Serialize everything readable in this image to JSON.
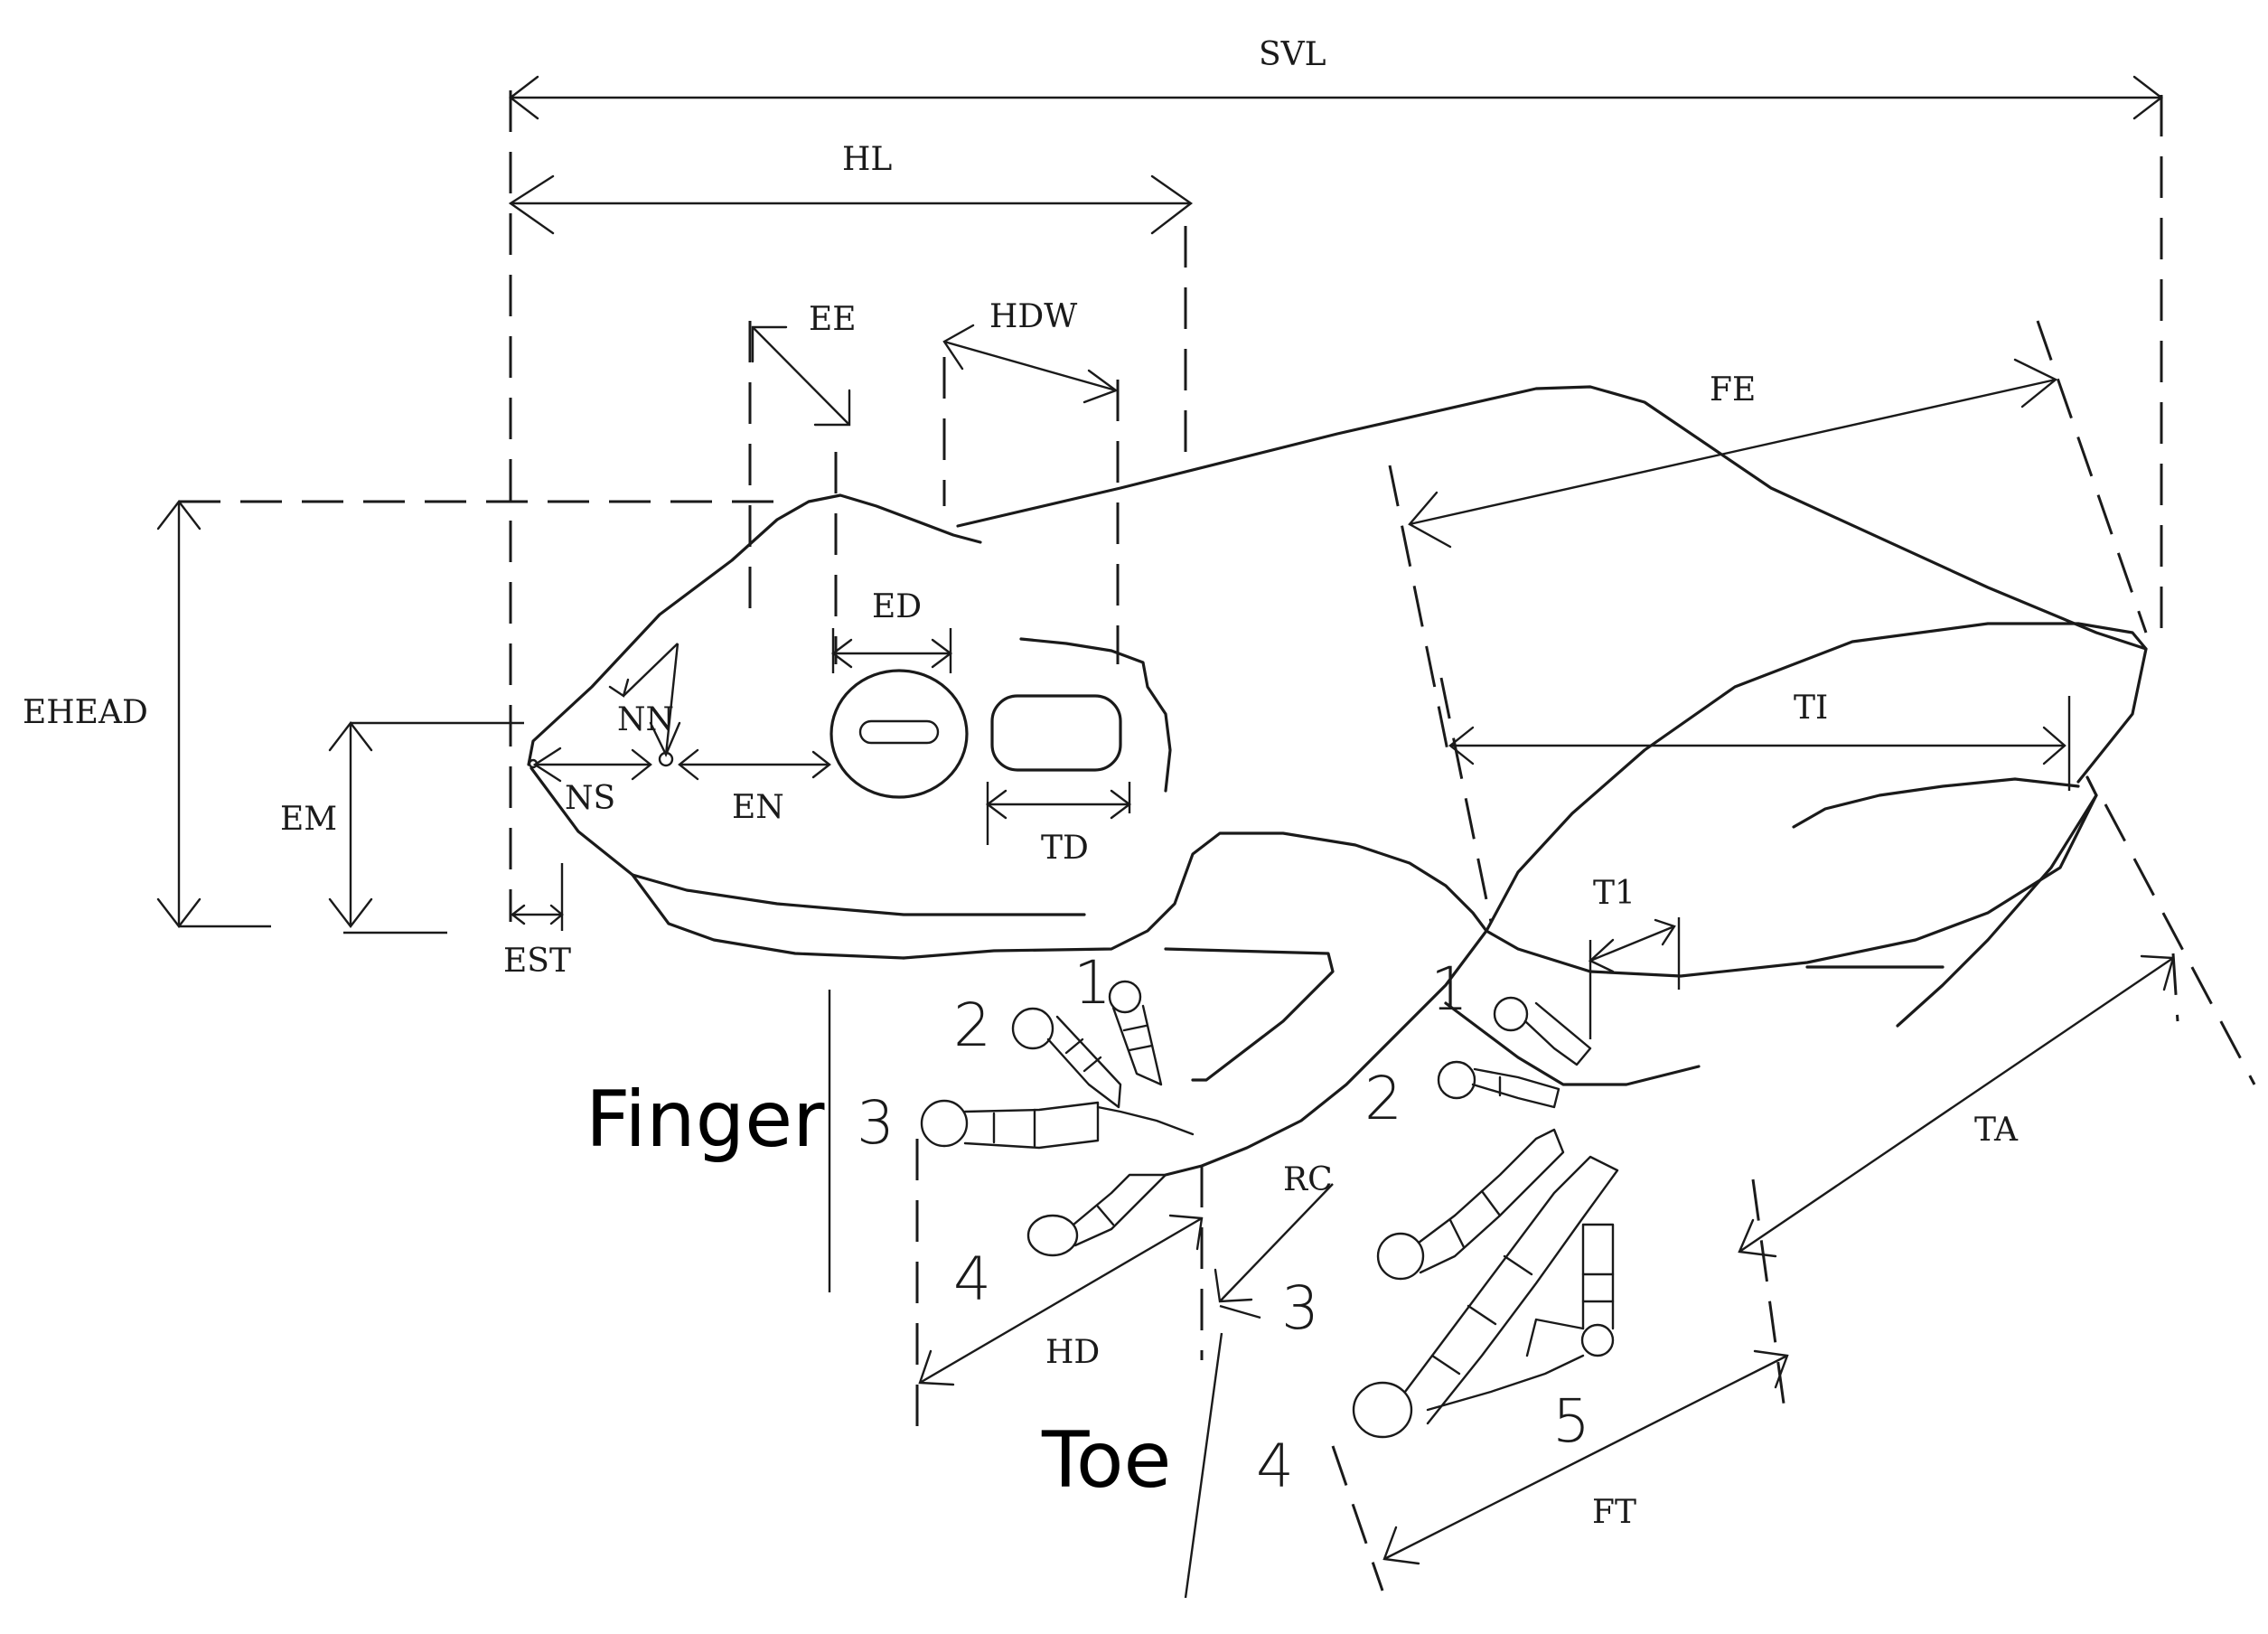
{
  "labels": {
    "svl": "SVL",
    "hl": "HL",
    "ee": "EE",
    "hdw": "HDW",
    "fe": "FE",
    "ehead": "EHEAD",
    "em": "EM",
    "nn": "NN",
    "ns": "NS",
    "en": "EN",
    "ed": "ED",
    "td": "TD",
    "est": "EST",
    "ti": "TI",
    "t1": "T1",
    "rc": "RC",
    "ta": "TA",
    "hd": "HD",
    "ft": "FT",
    "finger": "Finger",
    "toe": "Toe"
  },
  "digits": {
    "finger_1": "1",
    "finger_2": "2",
    "finger_3": "3",
    "finger_4": "4",
    "toe_1": "1",
    "toe_2": "2",
    "toe_3": "3",
    "toe_4": "4",
    "toe_5": "5"
  }
}
